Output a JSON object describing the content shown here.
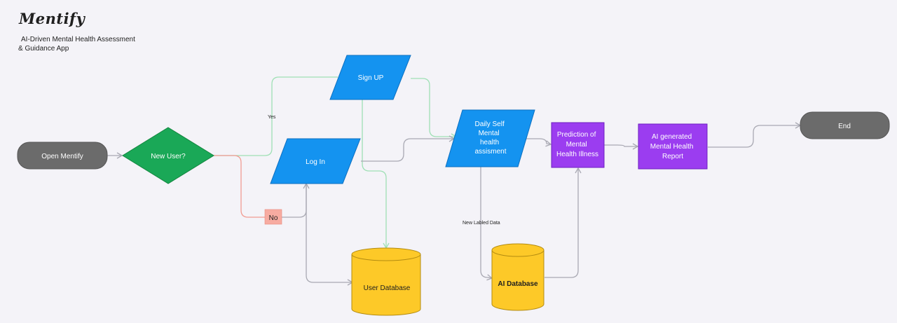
{
  "header": {
    "brand": "Mentify",
    "subtitle_line1": "AI-Driven Mental Health Assessment",
    "subtitle_line2": "& Guidance App"
  },
  "nodes": {
    "open_mentify": "Open Mentify",
    "new_user": "New User?",
    "sign_up": "Sign UP",
    "log_in": "Log In",
    "user_database": "User Database",
    "daily_self": [
      "Daily Self",
      "Mental",
      "health",
      "assisment"
    ],
    "prediction": [
      "Prediction of",
      "Mental",
      "Health Illness"
    ],
    "ai_report": [
      "AI generated",
      "Mental Health",
      "Report"
    ],
    "ai_database": "AI Database",
    "end": "End"
  },
  "edges": {
    "yes_label": "Yes",
    "no_label": "No",
    "new_labeled_data": "New Labled Data"
  },
  "colors": {
    "terminal": "#6b6b6b",
    "decision": "#1aa857",
    "io": "#1493f0",
    "database": "#fdc928",
    "process": "#9b3df0",
    "no_badge": "#f7aba1",
    "edge_gray": "#a9a9b3",
    "edge_green": "#9fe0b5",
    "edge_red": "#f19c92"
  }
}
